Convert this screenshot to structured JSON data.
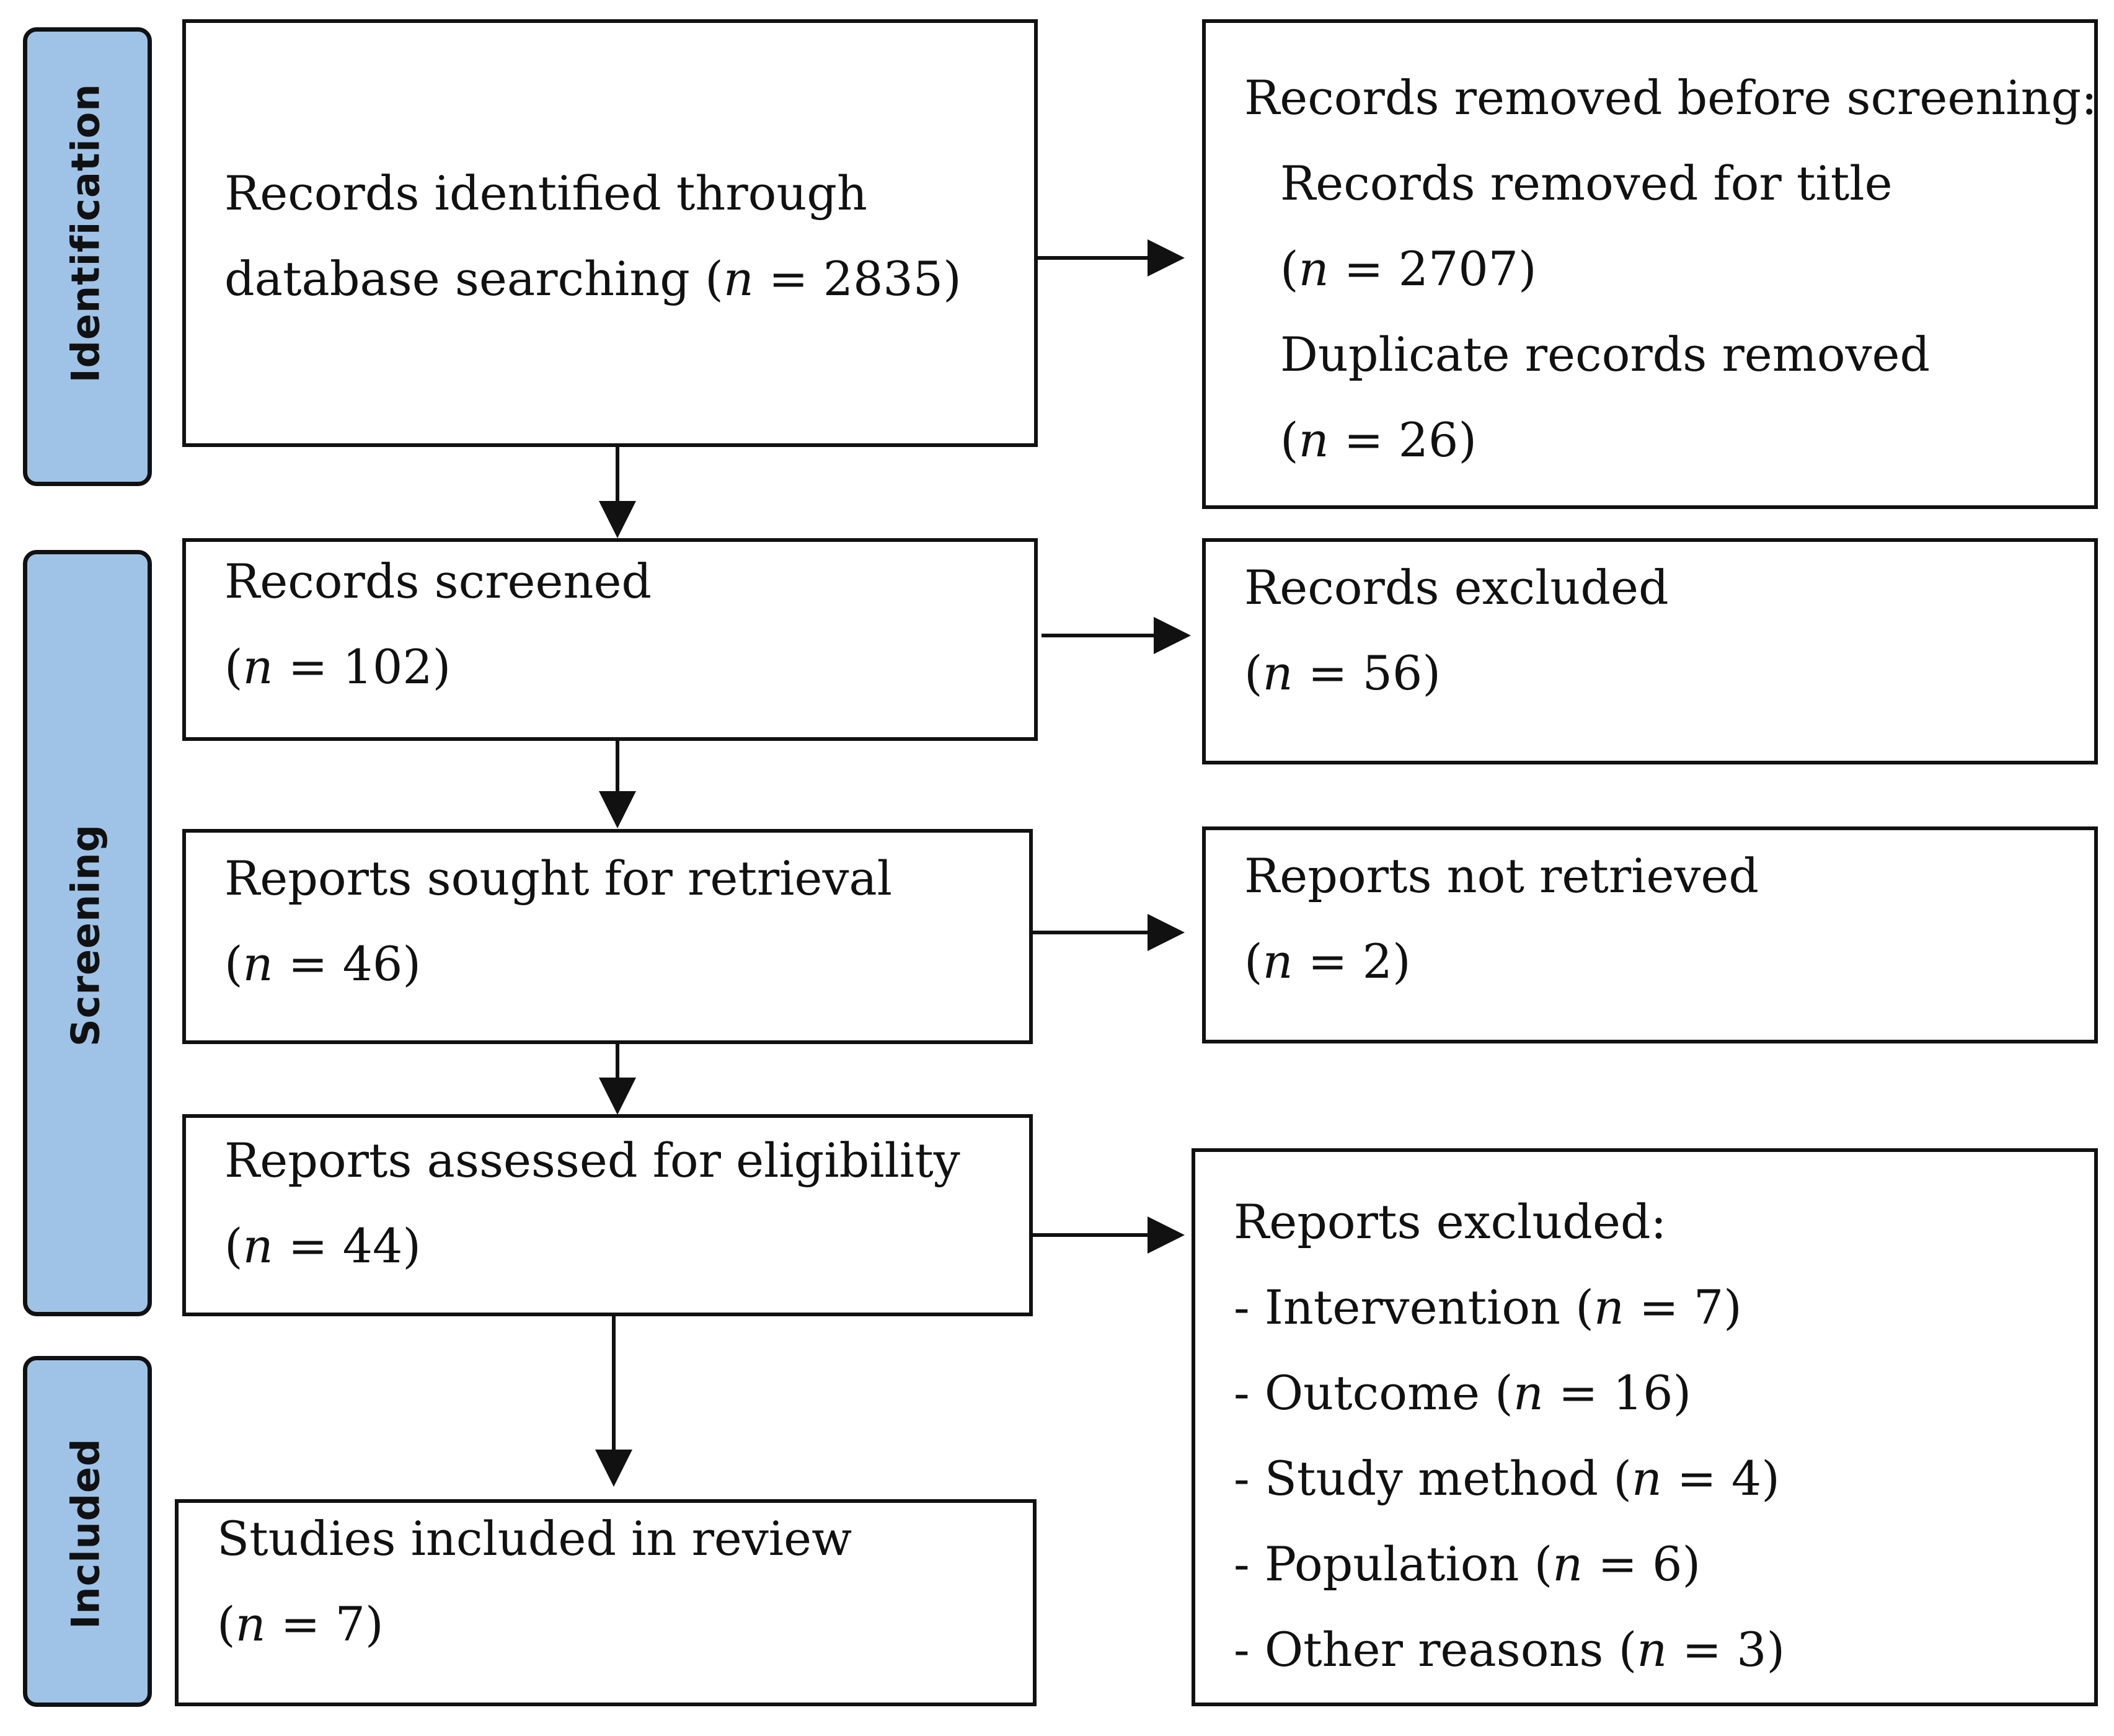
{
  "colors": {
    "stage_fill": "#9fc3e7",
    "border": "#111111",
    "box_fill": "#ffffff"
  },
  "stages": {
    "identification": "Identification",
    "screening": "Screening",
    "included": "Included"
  },
  "boxes": {
    "identified": {
      "line1": "Records identified through",
      "line2_prefix": "database searching (",
      "n_symbol": "n",
      "line2_value": " = 2835)"
    },
    "removed_before_screening": {
      "heading": "Records removed before screening:",
      "title_label": "Records removed for title",
      "title_prefix": "(",
      "title_n": "n",
      "title_value": " = 2707)",
      "dup_label": "Duplicate records removed",
      "dup_prefix": "(",
      "dup_n": "n",
      "dup_value": " = 26)"
    },
    "screened": {
      "label": "Records screened",
      "prefix": "(",
      "n_symbol": "n",
      "value": " = 102)"
    },
    "excluded": {
      "label": "Records excluded",
      "prefix": "(",
      "n_symbol": "n",
      "value": " = 56)"
    },
    "sought": {
      "label": "Reports sought for retrieval",
      "prefix": "(",
      "n_symbol": "n",
      "value": " = 46)"
    },
    "not_retrieved": {
      "label": "Reports not retrieved",
      "prefix": "(",
      "n_symbol": "n",
      "value": " = 2)"
    },
    "assessed": {
      "label": "Reports assessed for eligibility",
      "prefix": "(",
      "n_symbol": "n",
      "value": " = 44)"
    },
    "reports_excluded": {
      "heading": "Reports excluded:",
      "reasons": [
        {
          "prefix": "- Intervention (",
          "n": "n",
          "value": " = 7)"
        },
        {
          "prefix": "- Outcome (",
          "n": "n",
          "value": " = 16)"
        },
        {
          "prefix": "- Study method (",
          "n": "n",
          "value": " = 4)"
        },
        {
          "prefix": "- Population (",
          "n": "n",
          "value": " = 6)"
        },
        {
          "prefix": "- Other reasons (",
          "n": "n",
          "value": " = 3)"
        }
      ]
    },
    "included": {
      "label": "Studies included in review",
      "prefix": "(",
      "n_symbol": "n",
      "value": " = 7)"
    }
  }
}
